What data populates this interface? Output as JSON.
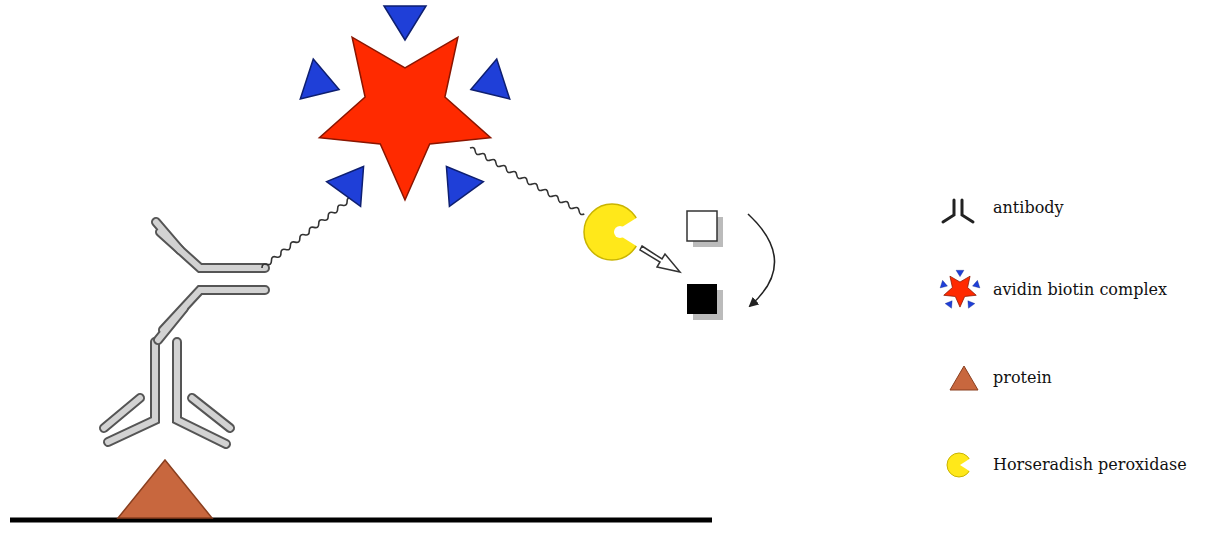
{
  "diagram": {
    "legend": [
      {
        "text": "antibody"
      },
      {
        "text": "avidin biotin complex"
      },
      {
        "text": "protein"
      },
      {
        "text": "Horseradish peroxidase"
      }
    ]
  }
}
